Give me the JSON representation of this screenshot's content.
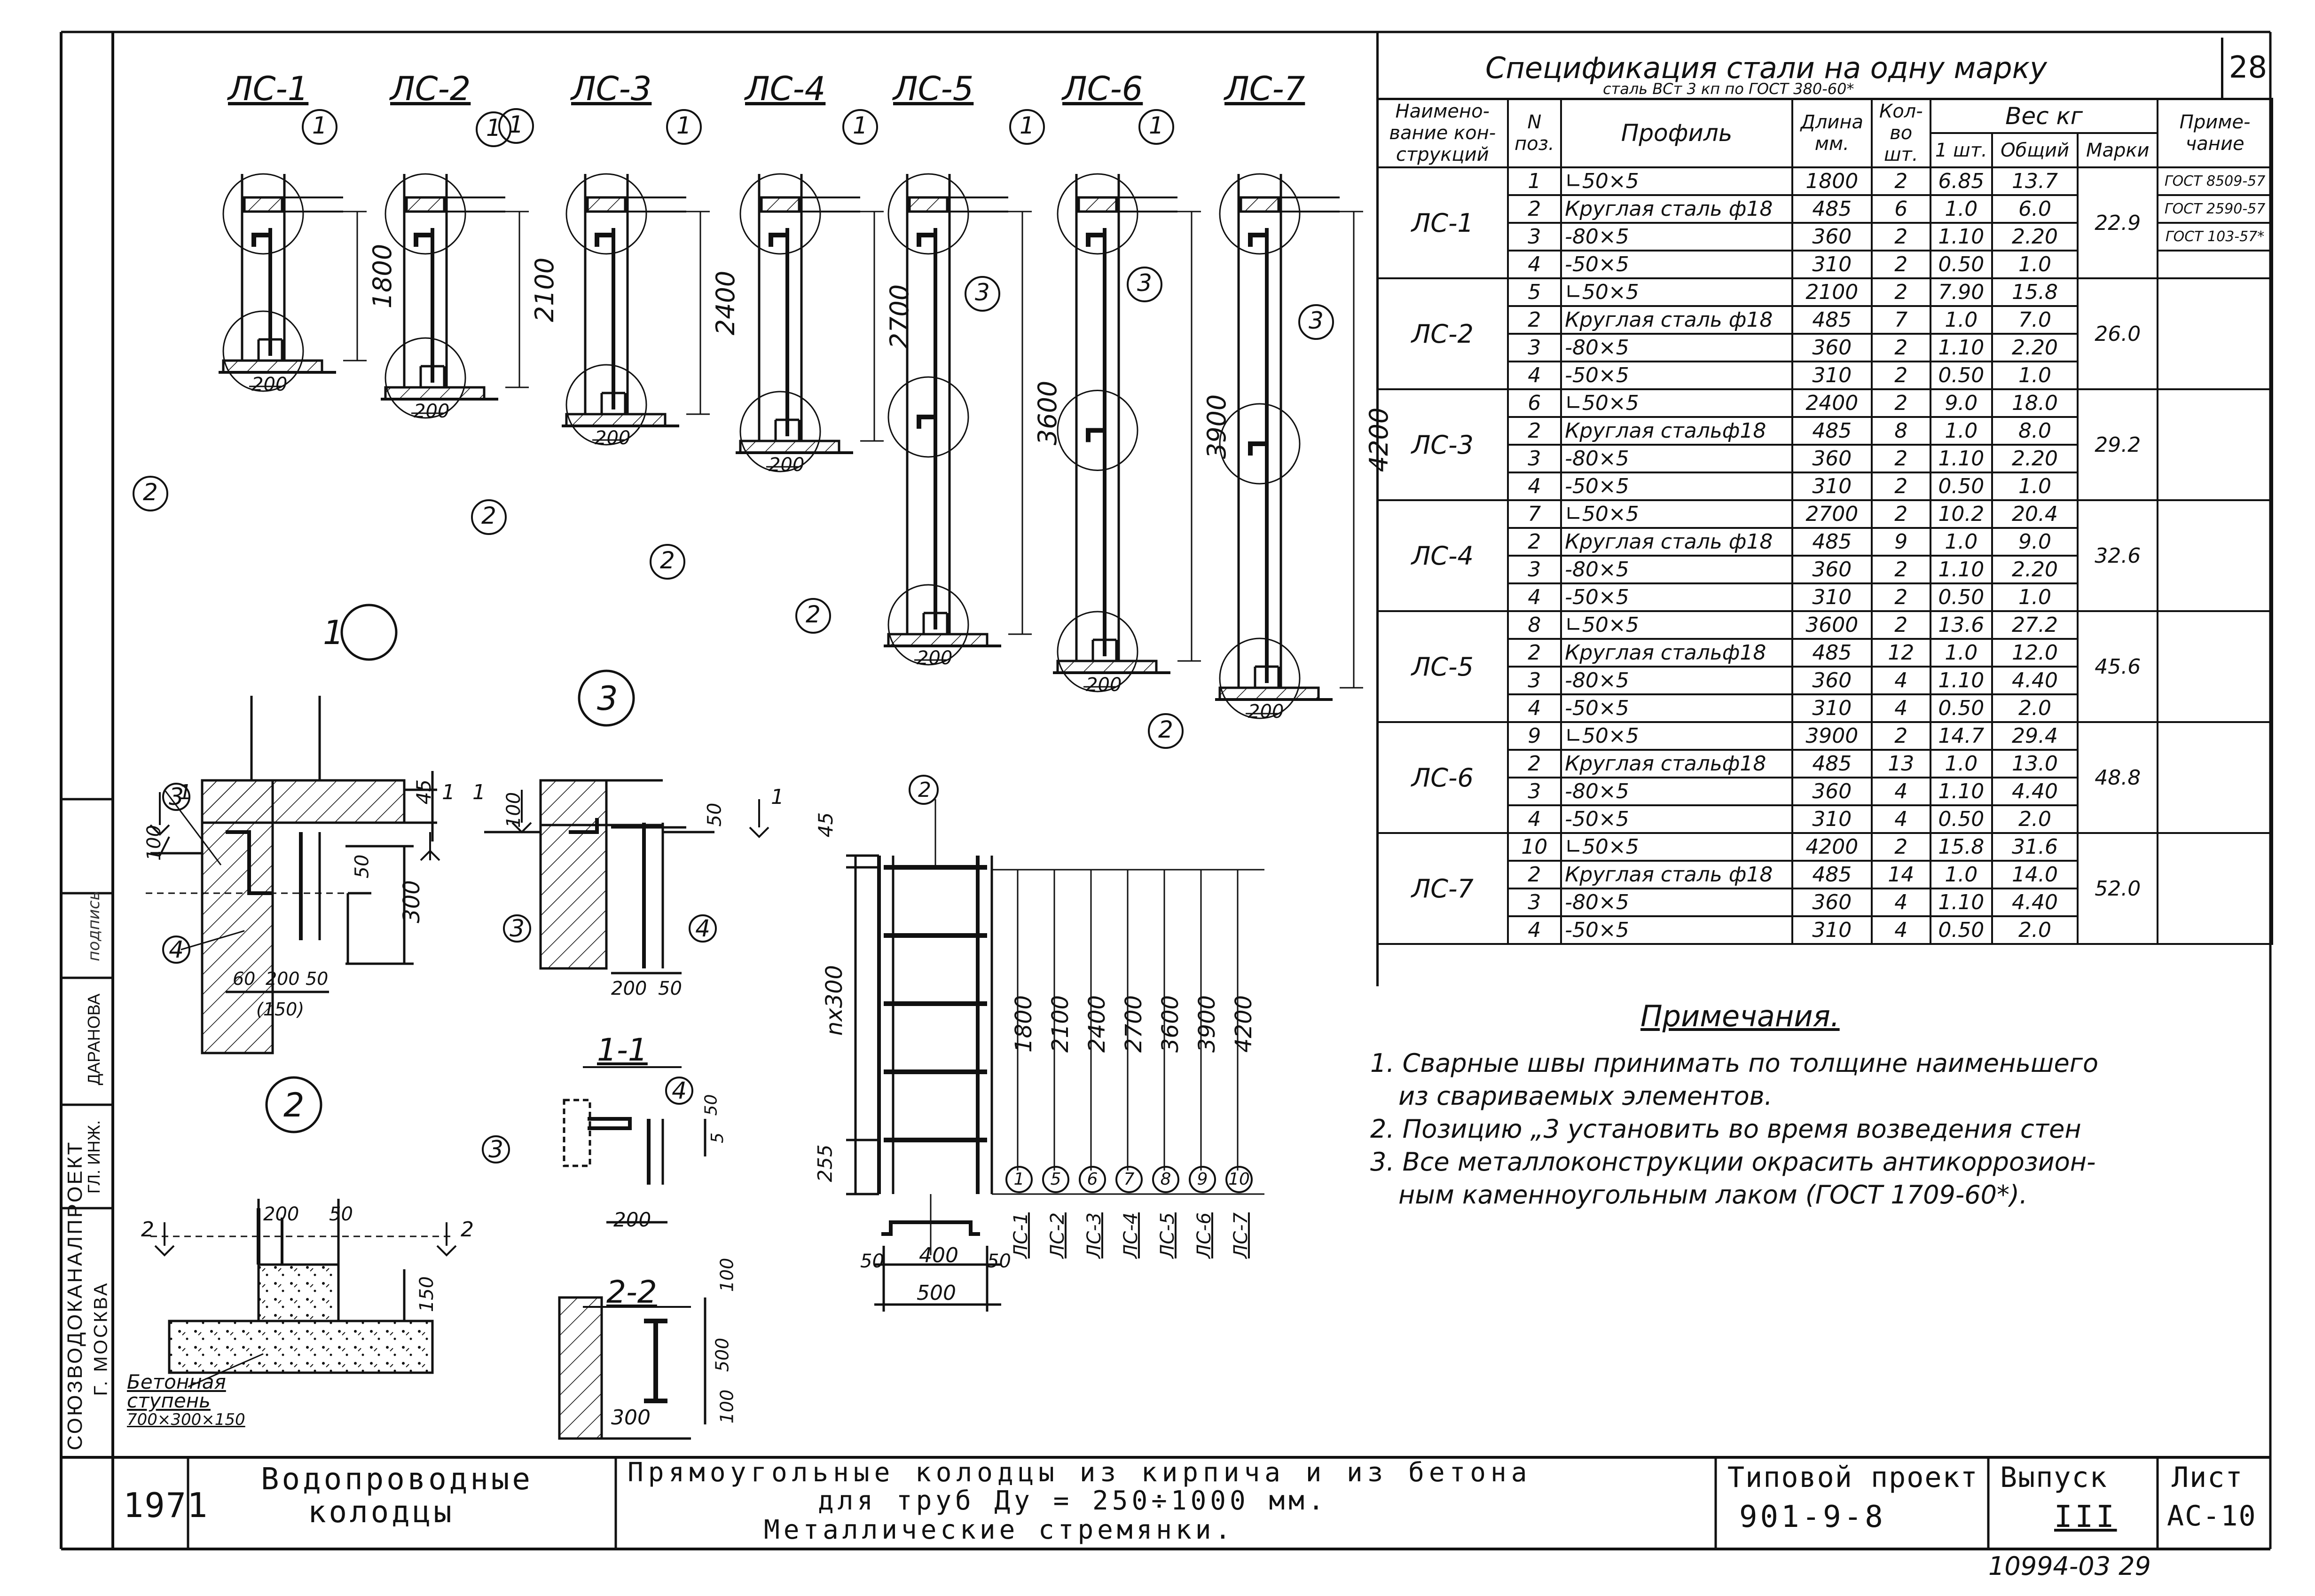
{
  "sheet_number": "28",
  "spec": {
    "title": "Спецификация стали на одну марку",
    "subtitle": "сталь ВСт 3 кп по ГОСТ 380-60*",
    "headers": {
      "name": "Наимено-вание кон-струкций",
      "pos": "N поз.",
      "profile": "Профиль",
      "length": "Длина мм.",
      "qty": "Кол-во шт.",
      "weight": "Вес кг",
      "w_one": "1 шт.",
      "w_total": "Общий",
      "w_mark": "Марки",
      "note": "Приме-чание"
    },
    "groups": [
      {
        "name": "ЛС-1",
        "mark": "22.9",
        "rows": [
          {
            "pos": "1",
            "profile": "∟50×5",
            "len": "1800",
            "qty": "2",
            "w1": "6.85",
            "wt": "13.7"
          },
          {
            "pos": "2",
            "profile": "Круглая сталь ф18",
            "len": "485",
            "qty": "6",
            "w1": "1.0",
            "wt": "6.0"
          },
          {
            "pos": "3",
            "profile": "-80×5",
            "len": "360",
            "qty": "2",
            "w1": "1.10",
            "wt": "2.20"
          },
          {
            "pos": "4",
            "profile": "-50×5",
            "len": "310",
            "qty": "2",
            "w1": "0.50",
            "wt": "1.0"
          }
        ]
      },
      {
        "name": "ЛС-2",
        "mark": "26.0",
        "rows": [
          {
            "pos": "5",
            "profile": "∟50×5",
            "len": "2100",
            "qty": "2",
            "w1": "7.90",
            "wt": "15.8"
          },
          {
            "pos": "2",
            "profile": "Круглая сталь ф18",
            "len": "485",
            "qty": "7",
            "w1": "1.0",
            "wt": "7.0"
          },
          {
            "pos": "3",
            "profile": "-80×5",
            "len": "360",
            "qty": "2",
            "w1": "1.10",
            "wt": "2.20"
          },
          {
            "pos": "4",
            "profile": "-50×5",
            "len": "310",
            "qty": "2",
            "w1": "0.50",
            "wt": "1.0"
          }
        ]
      },
      {
        "name": "ЛС-3",
        "mark": "29.2",
        "rows": [
          {
            "pos": "6",
            "profile": "∟50×5",
            "len": "2400",
            "qty": "2",
            "w1": "9.0",
            "wt": "18.0"
          },
          {
            "pos": "2",
            "profile": "Круглая стальф18",
            "len": "485",
            "qty": "8",
            "w1": "1.0",
            "wt": "8.0"
          },
          {
            "pos": "3",
            "profile": "-80×5",
            "len": "360",
            "qty": "2",
            "w1": "1.10",
            "wt": "2.20"
          },
          {
            "pos": "4",
            "profile": "-50×5",
            "len": "310",
            "qty": "2",
            "w1": "0.50",
            "wt": "1.0"
          }
        ]
      },
      {
        "name": "ЛС-4",
        "mark": "32.6",
        "rows": [
          {
            "pos": "7",
            "profile": "∟50×5",
            "len": "2700",
            "qty": "2",
            "w1": "10.2",
            "wt": "20.4"
          },
          {
            "pos": "2",
            "profile": "Круглая сталь ф18",
            "len": "485",
            "qty": "9",
            "w1": "1.0",
            "wt": "9.0"
          },
          {
            "pos": "3",
            "profile": "-80×5",
            "len": "360",
            "qty": "2",
            "w1": "1.10",
            "wt": "2.20"
          },
          {
            "pos": "4",
            "profile": "-50×5",
            "len": "310",
            "qty": "2",
            "w1": "0.50",
            "wt": "1.0"
          }
        ]
      },
      {
        "name": "ЛС-5",
        "mark": "45.6",
        "rows": [
          {
            "pos": "8",
            "profile": "∟50×5",
            "len": "3600",
            "qty": "2",
            "w1": "13.6",
            "wt": "27.2"
          },
          {
            "pos": "2",
            "profile": "Круглая стальф18",
            "len": "485",
            "qty": "12",
            "w1": "1.0",
            "wt": "12.0"
          },
          {
            "pos": "3",
            "profile": "-80×5",
            "len": "360",
            "qty": "4",
            "w1": "1.10",
            "wt": "4.40"
          },
          {
            "pos": "4",
            "profile": "-50×5",
            "len": "310",
            "qty": "4",
            "w1": "0.50",
            "wt": "2.0"
          }
        ]
      },
      {
        "name": "ЛС-6",
        "mark": "48.8",
        "rows": [
          {
            "pos": "9",
            "profile": "∟50×5",
            "len": "3900",
            "qty": "2",
            "w1": "14.7",
            "wt": "29.4"
          },
          {
            "pos": "2",
            "profile": "Круглая стальф18",
            "len": "485",
            "qty": "13",
            "w1": "1.0",
            "wt": "13.0"
          },
          {
            "pos": "3",
            "profile": "-80×5",
            "len": "360",
            "qty": "4",
            "w1": "1.10",
            "wt": "4.40"
          },
          {
            "pos": "4",
            "profile": "-50×5",
            "len": "310",
            "qty": "4",
            "w1": "0.50",
            "wt": "2.0"
          }
        ]
      },
      {
        "name": "ЛС-7",
        "mark": "52.0",
        "rows": [
          {
            "pos": "10",
            "profile": "∟50×5",
            "len": "4200",
            "qty": "2",
            "w1": "15.8",
            "wt": "31.6"
          },
          {
            "pos": "2",
            "profile": "Круглая сталь ф18",
            "len": "485",
            "qty": "14",
            "w1": "1.0",
            "wt": "14.0"
          },
          {
            "pos": "3",
            "profile": "-80×5",
            "len": "360",
            "qty": "4",
            "w1": "1.10",
            "wt": "4.40"
          },
          {
            "pos": "4",
            "profile": "-50×5",
            "len": "310",
            "qty": "4",
            "w1": "0.50",
            "wt": "2.0"
          }
        ]
      }
    ],
    "gost_notes": [
      "ГОСТ 8509-57",
      "ГОСТ 2590-57",
      "ГОСТ 103-57*"
    ]
  },
  "notes": {
    "title": "Примечания.",
    "lines": [
      "1. Сварные швы принимать по толщине наименьшего",
      "из свариваемых элементов.",
      "2. Позицию „3 установить во время возведения стен",
      "3. Все металлоконструкции окрасить антикоррозион-",
      "ным каменноугольным лаком (ГОСТ 1709-60*)."
    ]
  },
  "drawing": {
    "ladders": [
      {
        "mark": "ЛС-1",
        "height": "1800"
      },
      {
        "mark": "ЛС-2",
        "height": "2100"
      },
      {
        "mark": "ЛС-3",
        "height": "2400"
      },
      {
        "mark": "ЛС-4",
        "height": "2700"
      },
      {
        "mark": "ЛС-5",
        "height": "3600"
      },
      {
        "mark": "ЛС-6",
        "height": "3900"
      },
      {
        "mark": "ЛС-7",
        "height": "4200"
      }
    ],
    "bottom_dim": "200",
    "callouts": {
      "n1": "1",
      "n2": "2",
      "n3": "3",
      "n4": "4"
    },
    "detail_1": "1",
    "detail_2": "2",
    "detail_3": "3",
    "section_11": "1-1",
    "section_22": "2-2",
    "dims": {
      "d45": "45",
      "d100": "100",
      "d50": "50",
      "d300": "300",
      "d60": "60",
      "d200": "200",
      "d150": "(150)",
      "d5": "5",
      "d500": "500",
      "d400": "400",
      "d255": "255",
      "dnx300": "nx300",
      "d150b": "150",
      "d100b": "100"
    },
    "step_label": [
      "Бетонная",
      "ступень",
      "700×300×150"
    ],
    "elev_heights": [
      "1800",
      "2100",
      "2400",
      "2700",
      "3600",
      "3900",
      "4200"
    ],
    "elev_pos": [
      "1",
      "5",
      "6",
      "7",
      "8",
      "9",
      "10"
    ],
    "elev_marks": [
      "ЛС-1",
      "ЛС-2",
      "ЛС-3",
      "ЛС-4",
      "ЛС-5",
      "ЛС-6",
      "ЛС-7"
    ]
  },
  "title_block": {
    "year": "1971",
    "subject_line1": "Водопроводные",
    "subject_line2": "колодцы",
    "title_line1": "Прямоугольные колодцы из кирпича и из бетона",
    "title_line2": "для труб Ду = 250÷1000 мм.",
    "title_line3": "Металлические стремянки.",
    "project_label": "Типовой проект",
    "project_number": "901-9-8",
    "issue_label": "Выпуск",
    "issue_number": "III",
    "sheet_label": "Лист",
    "sheet_code": "АС-10"
  },
  "side_stamp": {
    "org": "СОЮЗВОДОКАНАЛПРОЕКТ",
    "city": "Г. МОСКВА",
    "chief": "ГЛ. ИНЖ.",
    "name": "ДАРАНОВА",
    "signature": "подпись"
  },
  "footer_code": "10994-03  29"
}
